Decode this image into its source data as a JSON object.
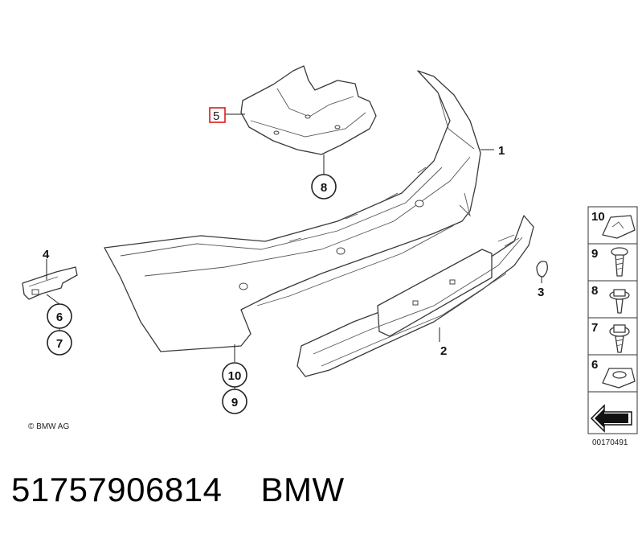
{
  "callouts": {
    "part_1": "1",
    "part_2": "2",
    "part_3": "3",
    "part_4": "4",
    "part_5": "5",
    "part_6": "6",
    "part_7": "7",
    "part_8": "8",
    "part_9": "9",
    "part_10": "10"
  },
  "side_panel": {
    "items": [
      "10",
      "9",
      "8",
      "7",
      "6"
    ],
    "ref_number": "00170491"
  },
  "copyright": "© BMW AG",
  "footer": {
    "part_number": "51757906814",
    "brand": "BMW"
  },
  "colors": {
    "highlight": "#e0191b",
    "line": "#3a3a3a"
  }
}
